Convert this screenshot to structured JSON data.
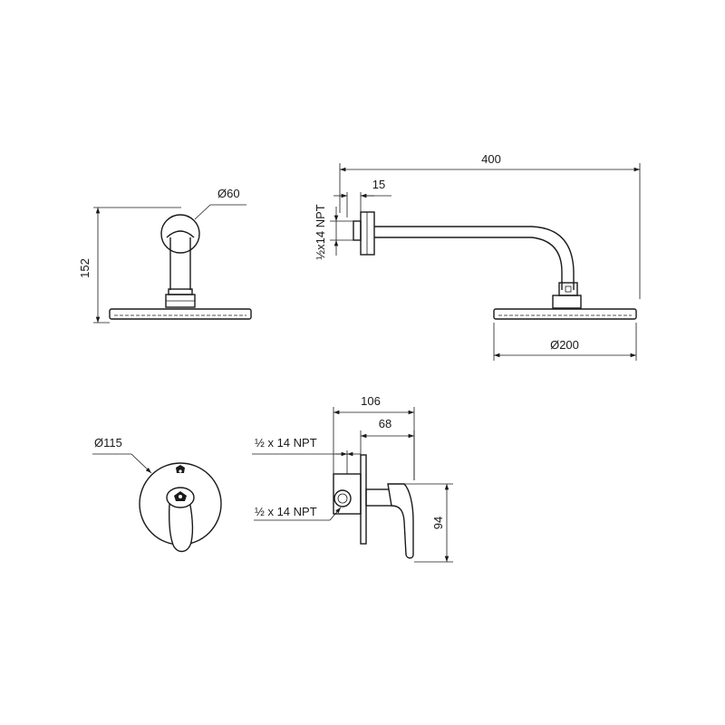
{
  "dimensions": {
    "overall_length": "400",
    "offset": "15",
    "inlet_vertical": "½x14 NPT",
    "flange_diameter": "Ø60",
    "height": "152",
    "head_diameter": "Ø200",
    "valve_depth": "106",
    "handle_depth": "68",
    "inlet_top": "½ x 14 NPT",
    "inlet_bottom": "½ x 14 NPT",
    "trim_diameter": "Ø115",
    "handle_height": "94"
  }
}
